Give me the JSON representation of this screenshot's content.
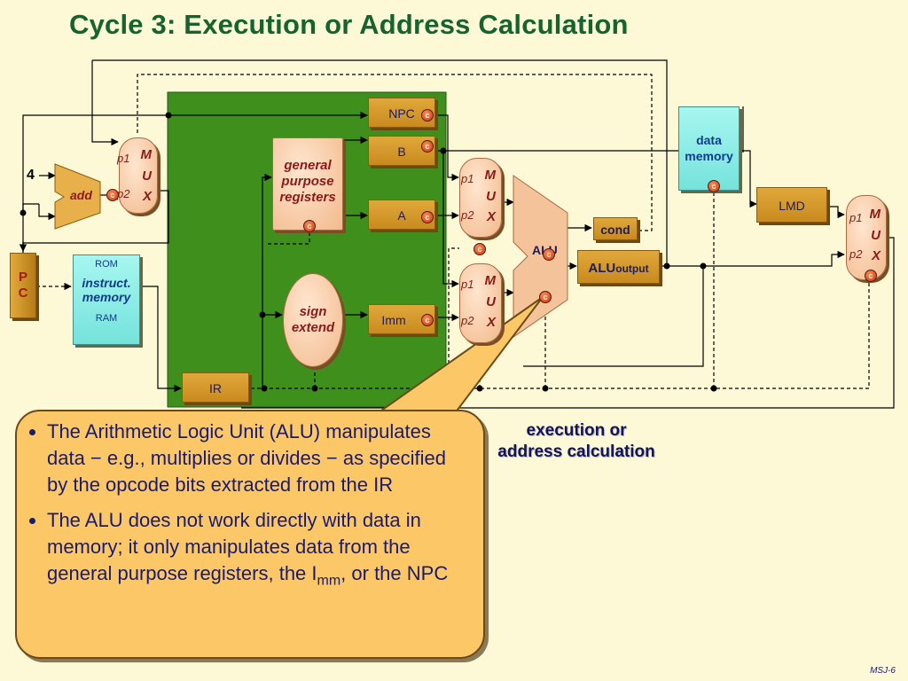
{
  "title": "Cycle 3:  Execution or Address Calculation",
  "const_four": "4",
  "adder_label": "add",
  "pc_label": [
    "P",
    "C"
  ],
  "instr_memory": {
    "rom": "ROM",
    "name_line1": "instruct.",
    "name_line2": "memory",
    "ram": "RAM"
  },
  "registers": {
    "npc": "NPC",
    "b": "B",
    "a": "A",
    "imm": "Imm",
    "ir": "IR",
    "cond": "cond",
    "lmd": "LMD",
    "alu_output_prefix": "ALU",
    "alu_output_suffix": "output"
  },
  "gpr": {
    "line1": "general",
    "line2": "purpose",
    "line3": "registers"
  },
  "sign_extend": {
    "line1": "sign",
    "line2": "extend"
  },
  "data_memory": {
    "line1": "data",
    "line2": "memory"
  },
  "alu_label": "ALU",
  "mux": {
    "letters": [
      "M",
      "U",
      "X"
    ],
    "p1": "p1",
    "p2": "p2"
  },
  "control_glyph": "c",
  "stage_label": {
    "line1": "execution or",
    "line2": "address calculation"
  },
  "callout": {
    "bullet1": "The Arithmetic Logic Unit (ALU) manipulates data − e.g., multiplies or divides − as specified by the opcode bits extracted from the IR",
    "bullet2_text": "The ALU does not work directly with data in memory; it only manipulates data from the general purpose registers, the I",
    "bullet2_sub": "mm",
    "bullet2_tail": ", or the NPC"
  },
  "footer": "MSJ-6",
  "colors": {
    "background": "#fdf9d6",
    "title": "#16632f",
    "stage_panel": "#3f8f1c",
    "register": "#d99a2b",
    "memory": "#8cefe8",
    "callout": "#fcc867"
  }
}
